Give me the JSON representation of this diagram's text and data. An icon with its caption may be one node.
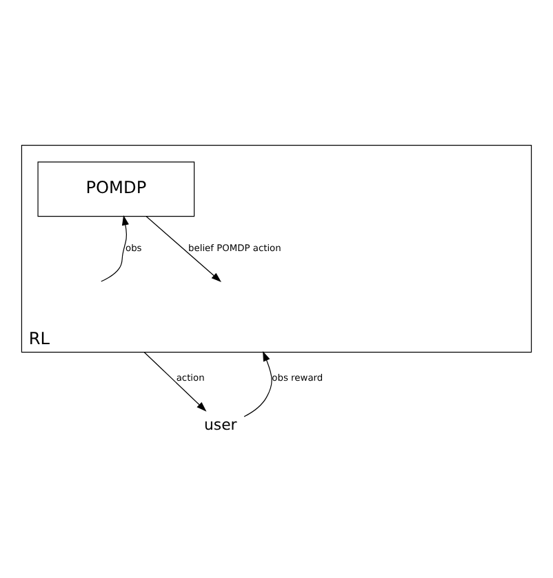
{
  "diagram": {
    "nodes": [
      {
        "text": [
          "RL"
        ]
      },
      {
        "text": [
          "POMDP"
        ],
        "in": 0
      },
      {
        "text": [
          "user"
        ]
      }
    ],
    "edges": [
      {
        "from": 1,
        "to": null,
        "arrow": "to",
        "label": "belief POMDP action"
      },
      {
        "from": null,
        "to": 1,
        "arrow": "to",
        "label": "obs"
      },
      {
        "from": 0,
        "to": 2,
        "arrow": "to",
        "label": "action"
      },
      {
        "from": 2,
        "to": 0,
        "arrow": "to",
        "label": "obs reward"
      }
    ]
  }
}
